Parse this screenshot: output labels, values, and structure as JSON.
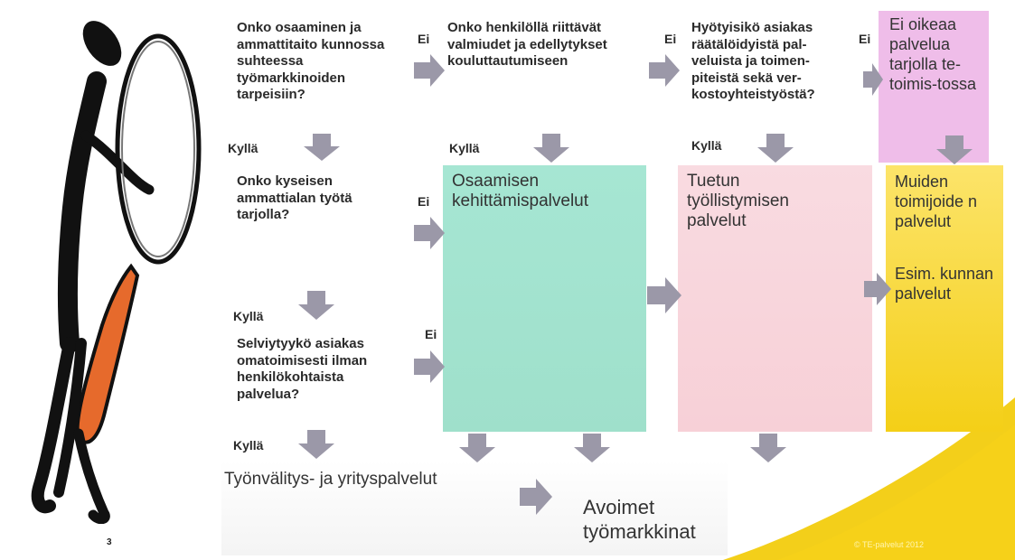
{
  "questions": {
    "q1": "Onko osaaminen ja ammattitaito kunnossa suhteessa työmarkkinoiden tarpeisiin?",
    "q2": "Onko kyseisen ammattialan työtä tarjolla?",
    "q3": "Selviytyykö asiakas omatoimisesti ilman henkilökohtaista palvelua?",
    "q4": "Onko henkilöllä riittävät valmiudet ja edellytykset kouluttautumiseen",
    "q5": "Hyötyisikö asiakas räätälöidyistä pal-veluista ja toimen-piteistä sekä ver-kostoyhteistyöstä?"
  },
  "labels": {
    "ei": "Ei",
    "kylla": "Kyllä"
  },
  "boxes": {
    "osaamisen": "Osaamisen kehittämispalvelut",
    "tuetun": "Tuetun työllistymisen palvelut",
    "muiden": "Muiden toimijoide n palvelut",
    "esim": "Esim. kunnan palvelut",
    "ei_oikeaa": "Ei oikeaa palvelua tarjolla te-toimis-tossa",
    "tyonvalitys": "Työnvälitys- ja yrityspalvelut",
    "avoimet": "Avoimet työmarkkinat"
  },
  "footer": {
    "page_number": "3",
    "copyright": "© TE-palvelut 2012"
  },
  "colors": {
    "teal": "#9fe3cf",
    "pink": "#f8d3da",
    "lilac": "#eebbe8",
    "yellow": "#f7d21a",
    "arrow": "#9b98a8",
    "orange": "#e66a2c"
  },
  "icons": [
    "stick-figure-magnifier",
    "right-arrow",
    "down-arrow"
  ]
}
